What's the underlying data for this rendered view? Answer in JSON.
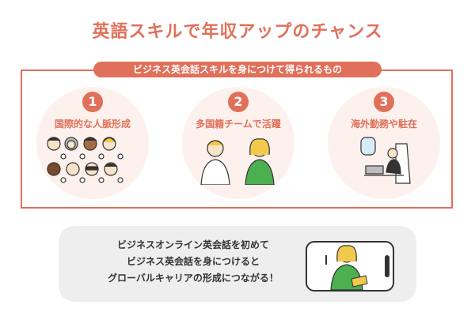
{
  "title": "英語スキルで年収アップのチャンス",
  "banner": "ビジネス英会話スキルを身につけて得られるもの",
  "items": [
    {
      "number": "1",
      "label": "国際的な人脈形成",
      "icon": "people-network-icon"
    },
    {
      "number": "2",
      "label": "多国籍チームで活躍",
      "icon": "team-conversation-icon"
    },
    {
      "number": "3",
      "label": "海外勤務や駐在",
      "icon": "airplane-work-icon"
    }
  ],
  "bottom": {
    "lines": [
      "ビジネスオンライン英会話を初めて",
      "ビジネス英会話を身につけると",
      "グローバルキャリアの形成につながる！"
    ],
    "icon": "phone-lesson-icon"
  },
  "colors": {
    "accent": "#e0705a",
    "circle_bg": "#fdf1ed",
    "panel_bg": "#efeeee"
  }
}
